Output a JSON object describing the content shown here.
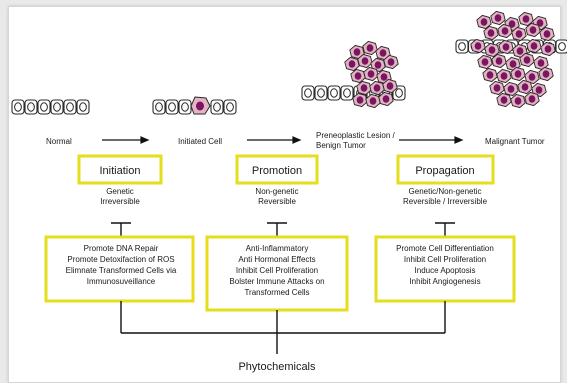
{
  "stages": {
    "normal": "Normal",
    "initiated": "Initiated Cell",
    "preneoplastic_line1": "Preneoplastic Lesion /",
    "preneoplastic_line2": "Benign Tumor",
    "malignant": "Malignant Tumor"
  },
  "phases": [
    {
      "title": "Initiation",
      "desc": [
        "Genetic",
        "Irreversible"
      ]
    },
    {
      "title": "Promotion",
      "desc": [
        "Non-genetic",
        "Reversible"
      ]
    },
    {
      "title": "Propagation",
      "desc": [
        "Genetic/Non-genetic",
        "Reversible / Irreversible"
      ]
    }
  ],
  "actions": [
    [
      "Promote DNA Repair",
      "Promote Detoxifaction of ROS",
      "Elimnate Transformed Cells via",
      "Immunosuveillance"
    ],
    [
      "Anti-Inflammatory",
      "Anti Hormonal Effects",
      "Inhibit Cell Proliferation",
      "Bolster Immune Attacks on",
      "Transformed Cells"
    ],
    [
      "Promote Cell Differentiation",
      "Inhibit Cell Proliferation",
      "Induce Apoptosis",
      "Inhibit Angiogenesis"
    ]
  ],
  "footer": "Phytochemicals",
  "colors": {
    "box_border": "#e6dd1d",
    "cell_normal": "#ffffff",
    "cell_outline": "#2a2a2a",
    "cell_tumor": "#e4b4c4",
    "nucleus_tumor": "#7a1560"
  }
}
